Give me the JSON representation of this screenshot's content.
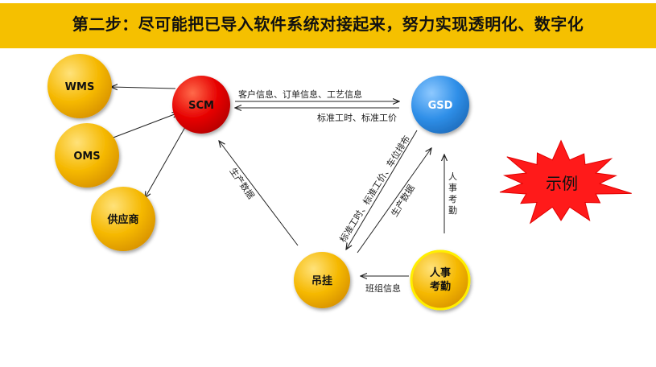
{
  "title": "第二步：尽可能把已导入软件系统对接起来，努力实现透明化、数字化",
  "nodes": {
    "wms": "WMS",
    "scm": "SCM",
    "gsd": "GSD",
    "oms": "OMS",
    "supplier": "供应商",
    "hanger": "吊挂",
    "hr_line1": "人事",
    "hr_line2": "考勤"
  },
  "edges": {
    "scm_to_gsd": "客户信息、订单信息、工艺信息",
    "gsd_to_scm": "标准工时、标准工价",
    "hanger_to_scm": "生产数据",
    "gsd_to_hanger": "标准工时、标准工价、车位排布",
    "hanger_to_gsd": "生产数据",
    "hr_to_gsd": "人事考勤",
    "hr_to_hanger": "班组信息"
  },
  "example_badge": "示例",
  "colors": {
    "banner": "#f5c000",
    "gold_node": "#f2b400",
    "red_node": "#e60000",
    "blue_node": "#2f8fe8",
    "badge_red": "#ff1a1a"
  }
}
